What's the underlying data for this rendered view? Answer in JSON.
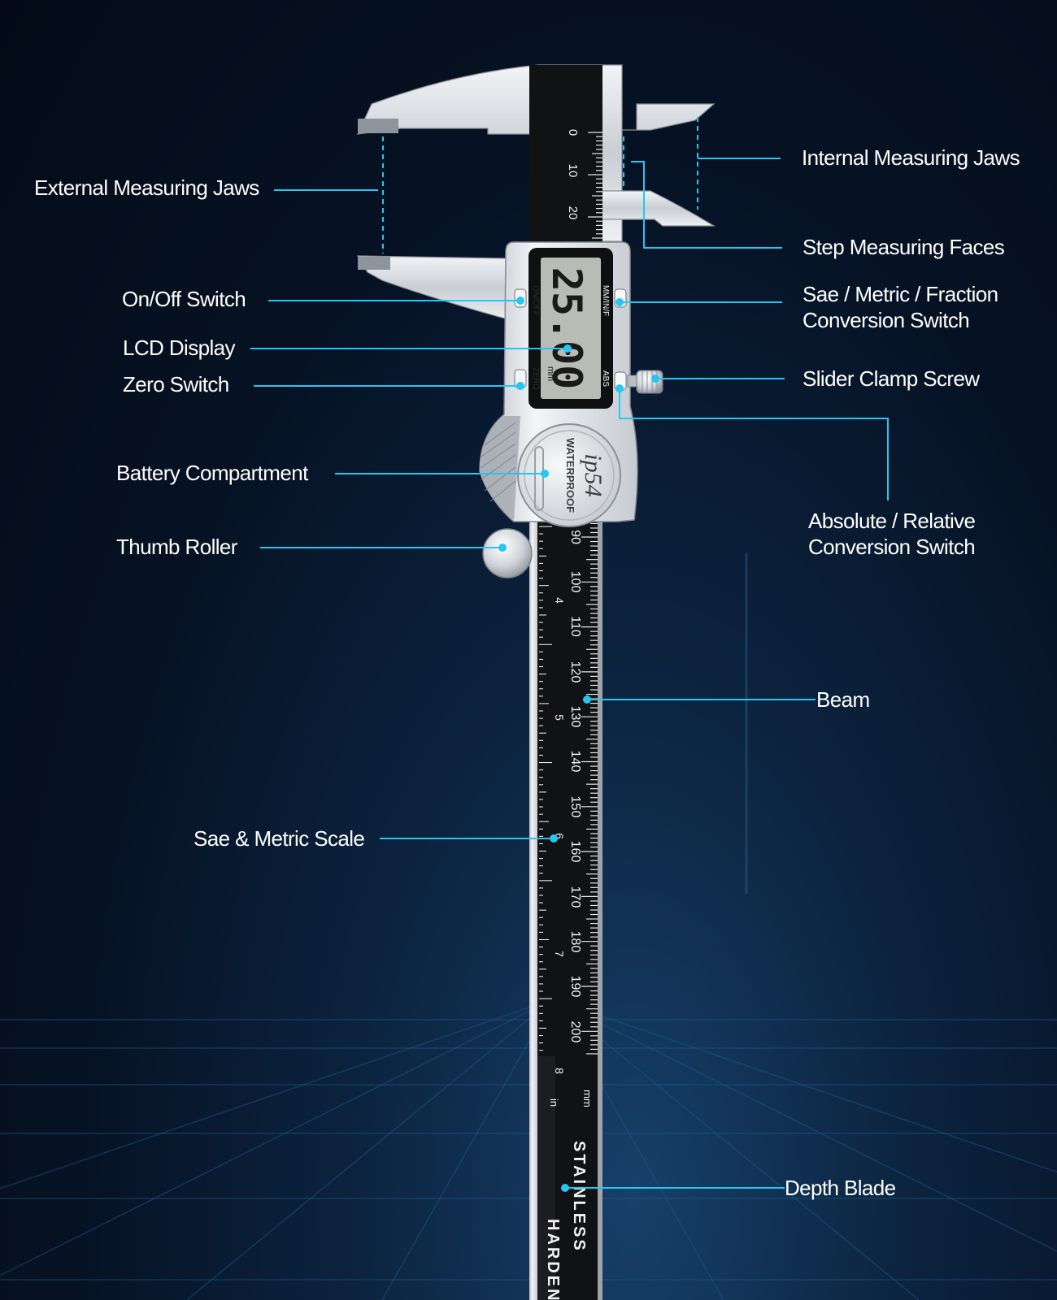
{
  "callouts": {
    "external_jaws": "External Measuring Jaws",
    "internal_jaws": "Internal Measuring Jaws",
    "step_faces": "Step Measuring Faces",
    "on_off": "On/Off Switch",
    "conversion_line1": "Sae / Metric / Fraction",
    "conversion_line2": "Conversion Switch",
    "lcd": "LCD Display",
    "zero": "Zero Switch",
    "clamp": "Slider Clamp Screw",
    "battery": "Battery Compartment",
    "abs_rel_line1": "Absolute / Relative",
    "abs_rel_line2": "Conversion Switch",
    "thumb": "Thumb Roller",
    "beam": "Beam",
    "scale": "Sae & Metric Scale",
    "depth": "Depth Blade"
  },
  "device": {
    "lcd_reading": "25.00",
    "lcd_unit": "mm",
    "btn_on_off": "ON/OFF",
    "btn_zero": "ZERO",
    "btn_mode": "MM/IN/F",
    "btn_abs": "ABS",
    "badge_rating": "ip54",
    "badge_text": "WATERPROOF",
    "top_scale_labels": [
      "0",
      "10",
      "20"
    ],
    "beam_mm_labels": [
      "90",
      "100",
      "110",
      "120",
      "130",
      "140",
      "150",
      "160",
      "170",
      "180",
      "190",
      "200"
    ],
    "beam_inch_labels": [
      "4",
      "5",
      "6",
      "7",
      "8"
    ],
    "unit_mm": "mm",
    "unit_in": "in",
    "blade_text_1": "STAINLESS",
    "blade_text_2": "HARDENED"
  },
  "colors": {
    "accent": "#27c6f0",
    "background": "#061224",
    "metal": "#d9dde2",
    "beam": "#111214"
  }
}
